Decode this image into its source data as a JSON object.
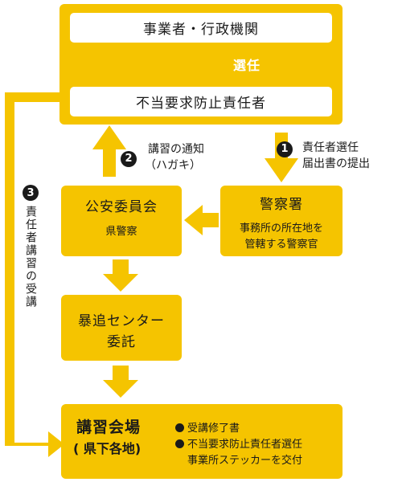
{
  "top": {
    "entity": "事業者・行政機関",
    "select_label": "選任",
    "manager": "不当要求防止責任者"
  },
  "step1": {
    "num": "1",
    "line1": "責任者選任",
    "line2": "届出書の提出"
  },
  "step2": {
    "num": "2",
    "line1": "講習の通知",
    "line2": "（ハガキ）"
  },
  "step3": {
    "num": "3",
    "label": "責任者講習の受講"
  },
  "koan": {
    "title": "公安委員会",
    "sub": "県警察"
  },
  "police": {
    "title": "警察署",
    "line1": "事務所の所在地を",
    "line2": "管轄する警察官"
  },
  "center": {
    "line1": "暴追センター",
    "line2": "委託"
  },
  "venue": {
    "title": "講習会場",
    "sub": "( 県下各地)",
    "bullet1": "受講修了書",
    "bullet2": "不当要求防止責任者選任",
    "bullet2_cont": "事業所ステッカーを交付"
  },
  "colors": {
    "accent": "#f5c400",
    "text": "#1a1a1a"
  }
}
